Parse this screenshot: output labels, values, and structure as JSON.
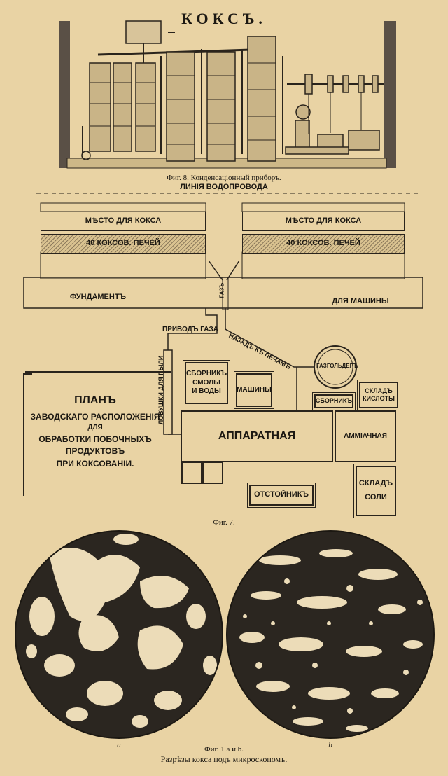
{
  "page_title": "КОКСЪ.",
  "fig8": {
    "caption": "Фиг. 8. Конденсаціонный приборъ."
  },
  "fig7": {
    "water_line": "ЛИНІЯ ВОДОПРОВОДА",
    "coke_place_left": "МѢСТО ДЛЯ КОКСА",
    "coke_place_right": "МѢСТО ДЛЯ КОКСА",
    "ovens_left": "40 КОКСОВ. ПЕЧЕЙ",
    "ovens_right": "40 КОКСОВ. ПЕЧЕЙ",
    "foundation": "ФУНДАМЕНТЪ",
    "for_machine": "ДЛЯ МАШИНЫ",
    "gas_supply": "ПРИВОДЪ ГАЗА",
    "back_to_ovens": "НАЗАДЪ КЪ ПЕЧАМЪ",
    "gas_short": "ГАЗЪ",
    "dust_traps": "ЛОВУШКИ ДЛЯ ПЫЛИ",
    "tar_collector": "СБОРНИКЪ\nСМОЛЫ\nИ ВОДЫ",
    "machines": "МАШИНЫ",
    "gasholder": "ГАЗГОЛЬДЕРЪ",
    "collector": "СБОРНИКЪ",
    "acid_store": "СКЛАДЪ\nКИСЛОТЫ",
    "apparatus_room": "АППАРАТНАЯ",
    "ammonia": "АММІАЧНАЯ",
    "salt_store": "СКЛАДЪ\nСОЛИ",
    "settler": "ОТСТОЙНИКЪ",
    "caption": "Фиг. 7."
  },
  "plan": {
    "title": "ПЛАНЪ",
    "lines": [
      "ЗАВОДСКАГО РАСПОЛОЖЕНІЯ",
      "ДЛЯ",
      "ОБРАБОТКИ ПОБОЧНЫХЪ",
      "ПРОДУКТОВЪ",
      "ПРИ КОКСОВАНІИ."
    ]
  },
  "fig1": {
    "label_a": "a",
    "label_b": "b",
    "caption_line1": "Фиг. 1 a и b.",
    "caption_line2": "Разрѣзы кокса подъ микроскопомъ."
  },
  "colors": {
    "paper": "#e9d3a4",
    "ink": "#1c1812",
    "dark_field": "#2b2620",
    "pore": "#ecdcb8"
  }
}
